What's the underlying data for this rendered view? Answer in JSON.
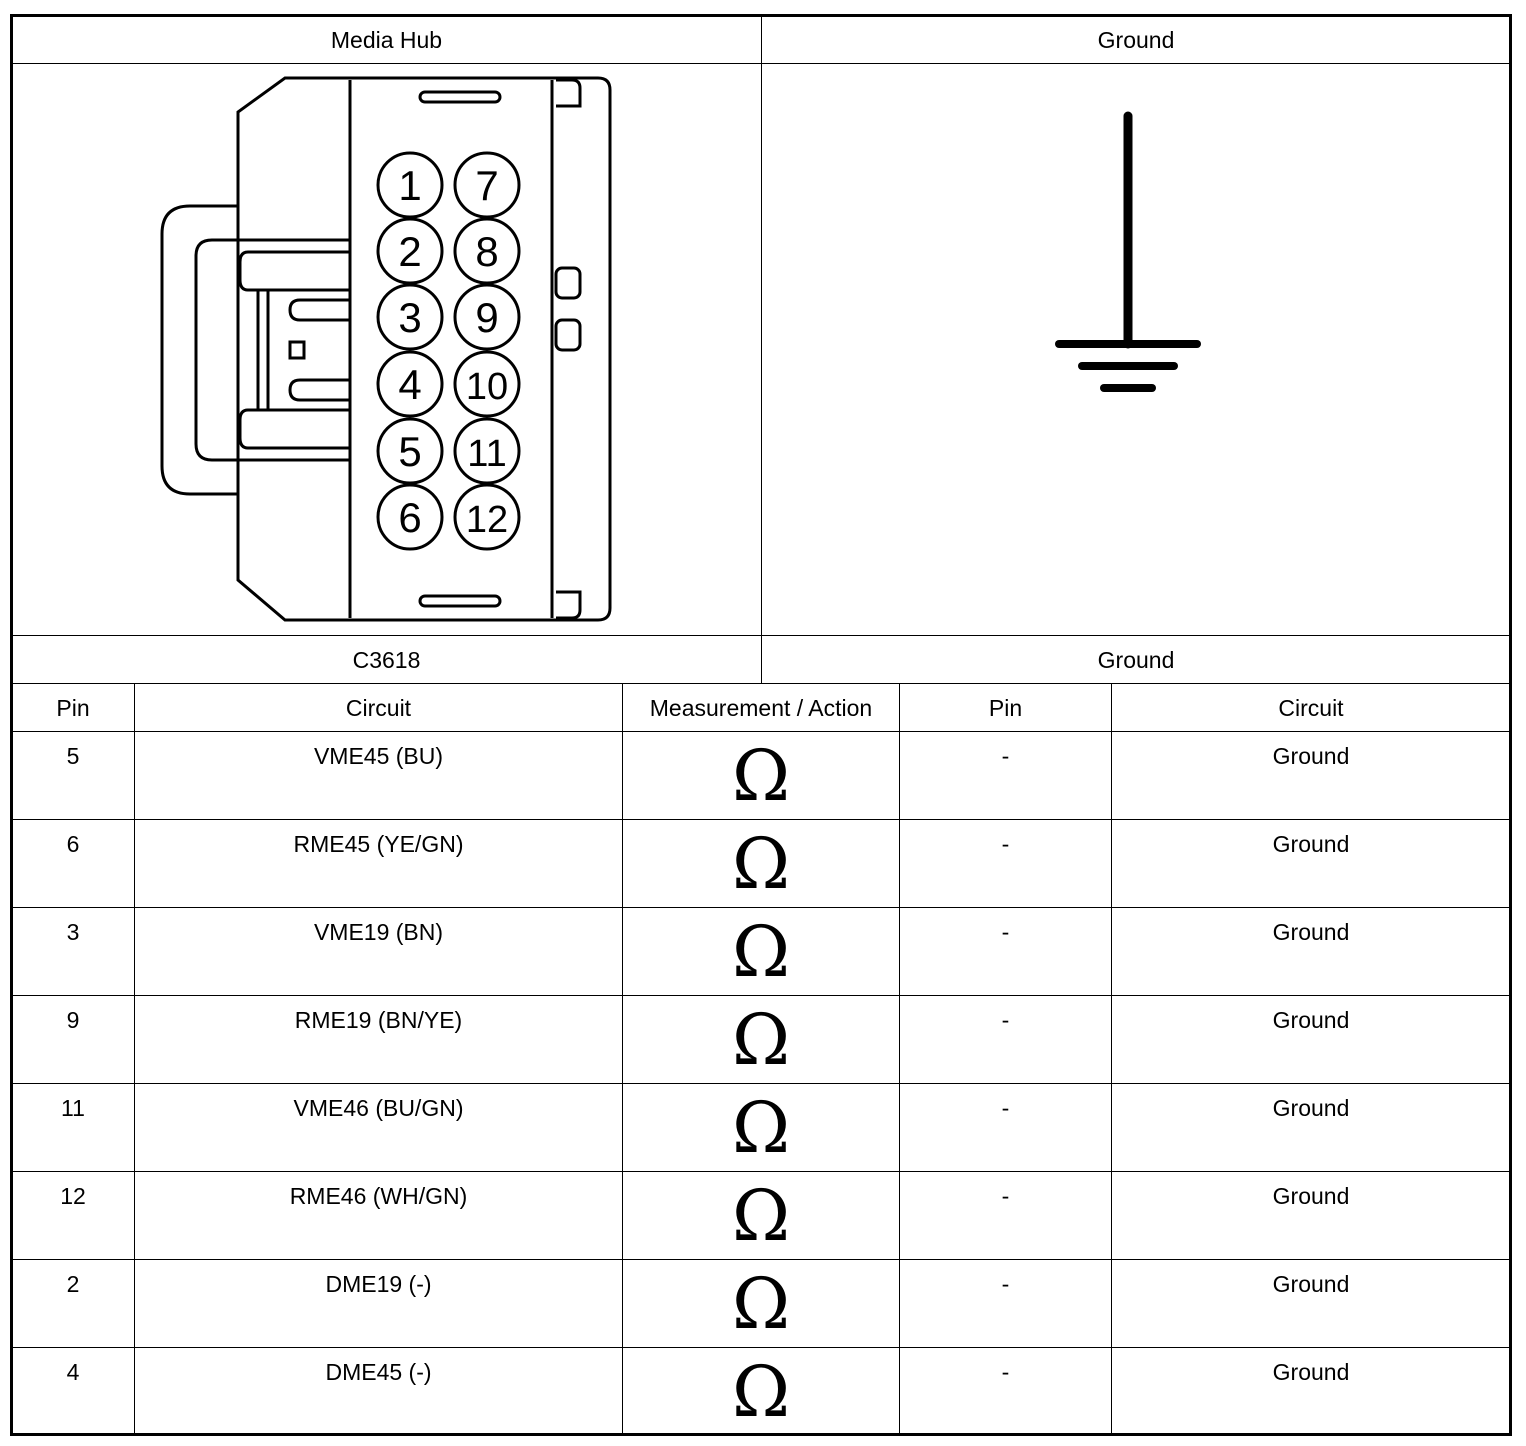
{
  "header": {
    "left_title": "Media Hub",
    "right_title": "Ground",
    "left_connector": "C3618",
    "right_connector": "Ground"
  },
  "connector": {
    "pins": [
      "1",
      "2",
      "3",
      "4",
      "5",
      "6",
      "7",
      "8",
      "9",
      "10",
      "11",
      "12"
    ]
  },
  "table": {
    "columns": [
      "Pin",
      "Circuit",
      "Measurement / Action",
      "Pin",
      "Circuit"
    ],
    "measurement_symbol": "Ω",
    "rows": [
      {
        "pin": "5",
        "circuit": "VME45 (BU)",
        "pin2": "-",
        "circuit2": "Ground"
      },
      {
        "pin": "6",
        "circuit": "RME45 (YE/GN)",
        "pin2": "-",
        "circuit2": "Ground"
      },
      {
        "pin": "3",
        "circuit": "VME19 (BN)",
        "pin2": "-",
        "circuit2": "Ground"
      },
      {
        "pin": "9",
        "circuit": "RME19 (BN/YE)",
        "pin2": "-",
        "circuit2": "Ground"
      },
      {
        "pin": "11",
        "circuit": "VME46 (BU/GN)",
        "pin2": "-",
        "circuit2": "Ground"
      },
      {
        "pin": "12",
        "circuit": "RME46 (WH/GN)",
        "pin2": "-",
        "circuit2": "Ground"
      },
      {
        "pin": "2",
        "circuit": "DME19 (-)",
        "pin2": "-",
        "circuit2": "Ground"
      },
      {
        "pin": "4",
        "circuit": "DME45 (-)",
        "pin2": "-",
        "circuit2": "Ground"
      }
    ]
  }
}
